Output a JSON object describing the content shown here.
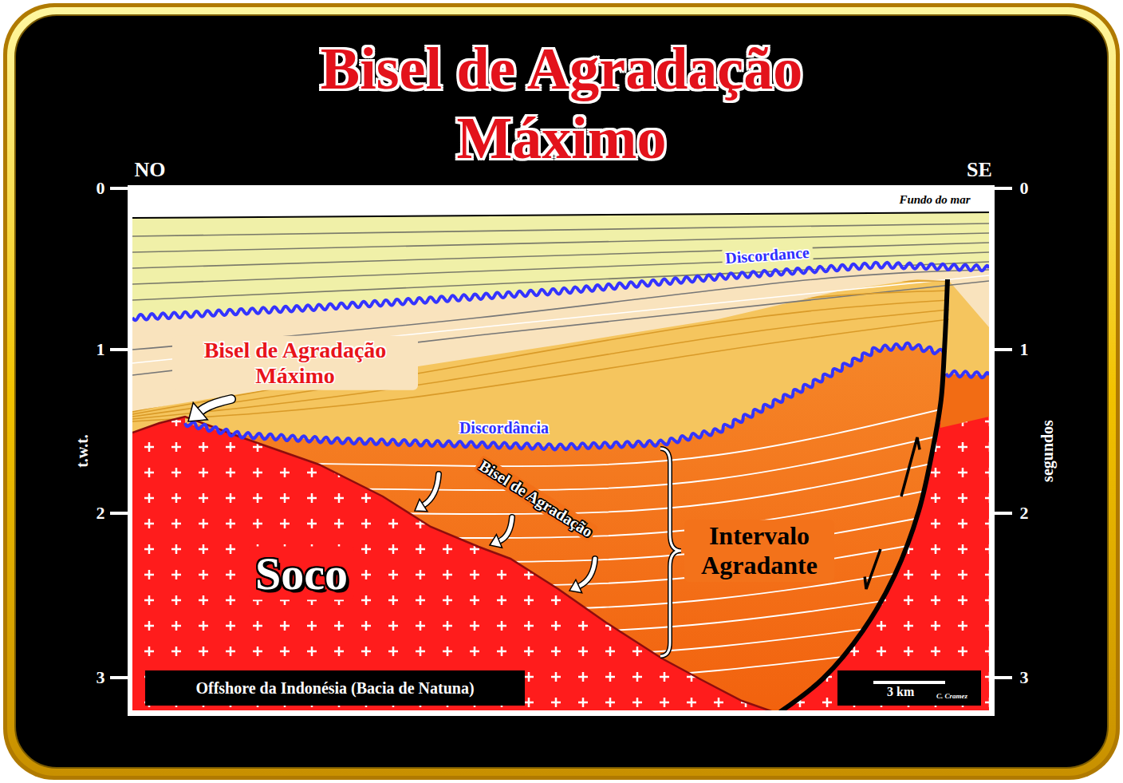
{
  "diagram": {
    "title": "Bisel de Agradação Máximo",
    "nodes": [
      {
        "text": [
          "Offshore da Indonésia (Bacia de Natuna)"
        ]
      },
      {
        "text": [
          "3 km",
          "C. Cramez"
        ]
      }
    ],
    "labels": [
      "NO",
      "SE",
      "0",
      "1",
      "2",
      "3",
      "0",
      "1",
      "2",
      "3",
      "t.w.t.",
      "segundos",
      "Fundo do mar",
      "Discordance",
      "Bisel de Agradação Máximo",
      "Discordância",
      "Bisel de Agradação",
      "Intervalo Agradante",
      "Soco"
    ]
  }
}
